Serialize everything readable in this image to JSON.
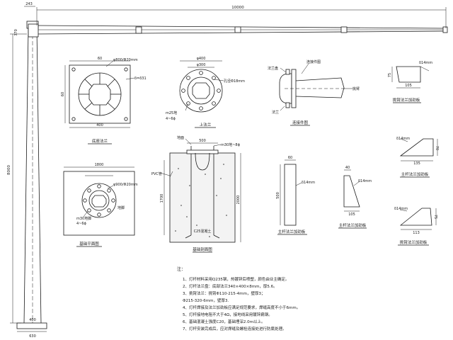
{
  "dims": {
    "arm_length": "10000",
    "pole_height": "8000",
    "top_dia": "243",
    "top_offset": "370",
    "base_dia_1": "400",
    "base_dia_2": "630"
  },
  "flange": {
    "label_circle": "φ800/Φ20mm",
    "label_plate": "δ=δ31",
    "dim_top": "60",
    "dim_side": "60",
    "dim_bottom": "400",
    "title": "底座法兰"
  },
  "ring_flange": {
    "dim_outer": "φ400",
    "dim_inner": "φ300",
    "label_hole": "孔径Φ18mm",
    "label_bolt": "m25地",
    "label_bolt2": "4~6ϕ",
    "title": "上法兰"
  },
  "bracket": {
    "label_top": "法兰盘",
    "label_mid": "连接件图",
    "label_right": "挑臂",
    "label_bottom": "法兰",
    "title": "连接件图"
  },
  "rib1": {
    "label": "δ14mm",
    "dim_h": "75",
    "dim_w": "105",
    "title": "挑臂法兰加劲板"
  },
  "rib2": {
    "label": "δ14mm",
    "dim_h": "70",
    "dim_w": "135",
    "title": "主杆法兰加劲板"
  },
  "rib3": {
    "label": "δ14mm",
    "dim_h": "75",
    "dim_w": "113",
    "title": "挑臂法兰加劲板"
  },
  "base_plan": {
    "dim_outer": "1800",
    "label_circle": "φ900/Φ20mm",
    "label_bolt": "m30地脚",
    "label_bolt2": "4~6ϕ",
    "label_side": "地脚",
    "title": "基础平面图"
  },
  "foundation": {
    "dim_top": "500",
    "label_bolt": "m30地~8ϕ",
    "label_grade": "地面",
    "label_pipe": "PVC管",
    "dim_left": "1700",
    "dim_right": "2000",
    "label_conc": "C25混凝土",
    "title": "基础剖面图"
  },
  "stiff_main": {
    "dim_w": "60",
    "dim_h": "500",
    "label": "δ14mm",
    "title": "主杆法兰加劲板"
  },
  "stiff_small": {
    "dim_top": "40",
    "label": "δ14mm",
    "dim_w": "105",
    "title": "主杆法兰加劲板"
  },
  "notes": {
    "heading": "注：",
    "items": [
      "1、灯杆材料采用Q235钢，热镀锌后喷塑，颜色由业主确定。",
      "2、灯杆法兰盘：底部法兰340×400×8mm，厚5.6。",
      "3、挑臂法兰：挑臂Φ110-215-4mm，壁厚3；",
      "      Φ215-320-6mm，壁厚3.",
      "4、灯杆焊接及法兰加劲板应满足规范要求，焊缝高度不小于6mm。",
      "5、灯杆接地电阻不大于4Ω，接地线采用镀锌扁钢。",
      "6、基础混凝土强度C20，基础埋深2.0m以上。",
      "7、灯杆安装完成后，应对焊缝及螺栓连接处进行防腐处理。"
    ]
  }
}
